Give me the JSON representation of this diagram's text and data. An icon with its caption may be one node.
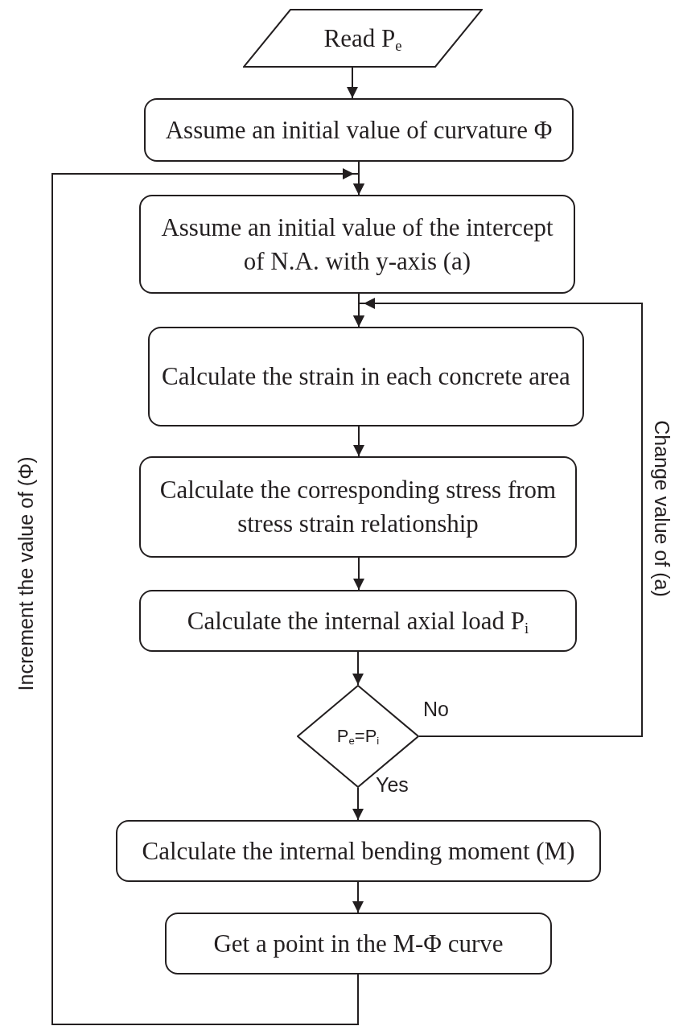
{
  "diagram": {
    "nodes": [
      {
        "text": [
          "Read P$_{e}$"
        ]
      },
      {
        "text": [
          "Assume an initial value of curvature Φ"
        ]
      },
      {
        "text": [
          "Assume an initial value of the intercept of N.A. with y-axis (a)"
        ]
      },
      {
        "text": [
          "Calculate the strain in each concrete area"
        ]
      },
      {
        "text": [
          "Calculate the corresponding stress from stress strain relationship"
        ]
      },
      {
        "text": [
          "Calculate the internal axial load P$_{i}$"
        ]
      },
      {
        "text": [
          "P$_{e}$=P$_{i}$"
        ]
      },
      {
        "text": [
          "Calculate the internal bending moment (M)"
        ]
      },
      {
        "text": [
          "Get a point in the M-Φ curve"
        ]
      }
    ],
    "edges": [
      {
        "from": 0,
        "to": 1,
        "arrow": "to"
      },
      {
        "from": 1,
        "to": 2,
        "arrow": "to"
      },
      {
        "from": 2,
        "to": 3,
        "arrow": "to"
      },
      {
        "from": 3,
        "to": 4,
        "arrow": "to"
      },
      {
        "from": 4,
        "to": 5,
        "arrow": "to"
      },
      {
        "from": 5,
        "to": 6,
        "arrow": "to"
      },
      {
        "from": 6,
        "to": 3,
        "arrow": "to",
        "label": "No"
      },
      {
        "from": 6,
        "to": 7,
        "arrow": "to",
        "label": "Yes"
      },
      {
        "from": 7,
        "to": 8,
        "arrow": "to"
      },
      {
        "from": 8,
        "to": 2,
        "arrow": "to",
        "label": "Increment the value of (Φ)"
      }
    ],
    "labels": [
      "Change value of (a)"
    ]
  }
}
